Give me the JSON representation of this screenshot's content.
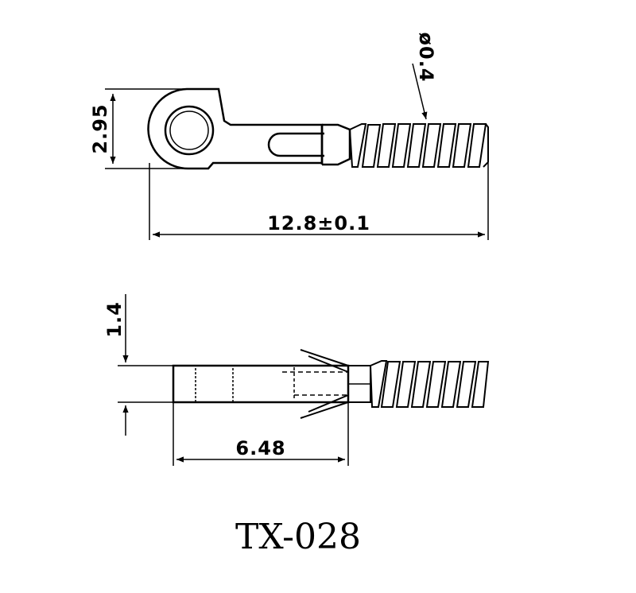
{
  "dimensions": {
    "diameter": "ø0.4",
    "height_top": "2.95",
    "total_length": "12.8±0.1",
    "thickness": "1.4",
    "body_length": "6.48"
  },
  "model": "TX-028"
}
